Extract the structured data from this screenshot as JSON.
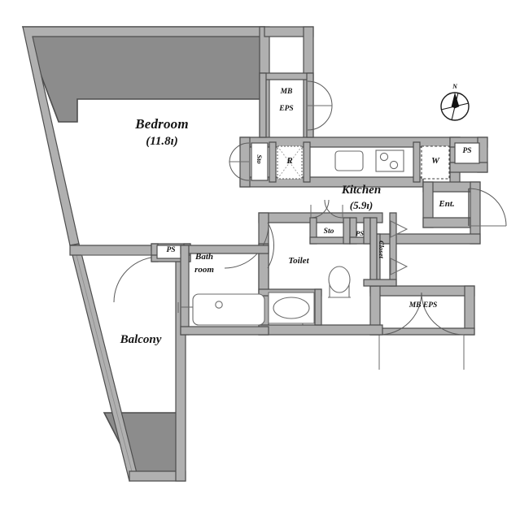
{
  "plan": {
    "type": "apartment-floor-plan",
    "compass": {
      "label": "N",
      "orientation_deg": 12
    },
    "rooms": [
      {
        "key": "bedroom",
        "name": "Bedroom",
        "area": "(11.8ı)"
      },
      {
        "key": "kitchen",
        "name": "Kitchen",
        "area": "(5.9ı)"
      },
      {
        "key": "balcony",
        "name": "Balcony",
        "area": ""
      },
      {
        "key": "bathroom",
        "name_line1": "Bath",
        "name_line2": "room"
      },
      {
        "key": "toilet",
        "name": "Toilet"
      },
      {
        "key": "entrance",
        "name": "Ent."
      }
    ],
    "service_labels": [
      {
        "key": "mb-eps-top",
        "line1": "MB",
        "line2": "EPS"
      },
      {
        "key": "mb-eps-bottom",
        "text": "MB EPS"
      },
      {
        "key": "sto-kitchen",
        "text": "Sto"
      },
      {
        "key": "sto-hall",
        "text": "Sto"
      },
      {
        "key": "ps-top-right",
        "text": "PS"
      },
      {
        "key": "ps-left",
        "text": "PS"
      },
      {
        "key": "ps-hall",
        "text": "PS"
      },
      {
        "key": "closet",
        "text": "Closet"
      },
      {
        "key": "refrigerator",
        "text": "R"
      },
      {
        "key": "washer",
        "text": "W"
      }
    ],
    "fixtures": [
      {
        "key": "kitchen-sink",
        "name": "sink"
      },
      {
        "key": "kitchen-stove",
        "name": "stove-two-burner"
      },
      {
        "key": "bathtub",
        "name": "bathtub"
      },
      {
        "key": "vanity-basin",
        "name": "wash-basin"
      },
      {
        "key": "toilet-bowl",
        "name": "toilet-bowl"
      }
    ],
    "colors": {
      "wall": "#b0b0b0",
      "wall_outline": "#4d4d4d",
      "solid_mass": "#8c8c8c",
      "background": "#ffffff",
      "text": "#141414"
    }
  }
}
